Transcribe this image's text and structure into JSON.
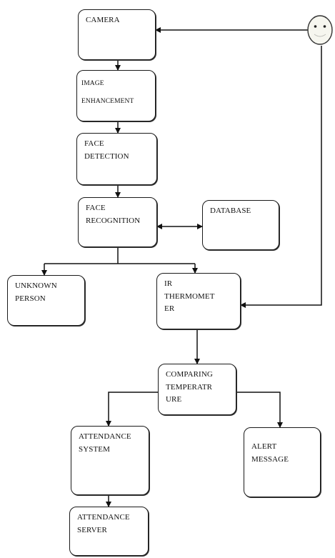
{
  "diagram": {
    "nodes": [
      {
        "id": "camera",
        "label": "CAMERA"
      },
      {
        "id": "image_enhancement",
        "label": "IMAGE\nENHANCEMENT"
      },
      {
        "id": "face_detection",
        "label": "FACE\nDETECTION"
      },
      {
        "id": "face_recognition",
        "label": "FACE\nRECOGNITION"
      },
      {
        "id": "database",
        "label": "DATABASE"
      },
      {
        "id": "unknown_person",
        "label": "UNKNOWN\nPERSON"
      },
      {
        "id": "ir_thermometer",
        "label": "IR\nTHERMOMET\nER"
      },
      {
        "id": "comparing_temperature",
        "label": "COMPARING\nTEMPERATR\nURE"
      },
      {
        "id": "attendance_system",
        "label": "ATTENDANCE\nSYSTEM"
      },
      {
        "id": "alert_message",
        "label": "ALERT\nMESSAGE"
      },
      {
        "id": "attendance_server",
        "label": "ATTENDANCE\nSERVER"
      }
    ],
    "edges": [
      {
        "from": "user",
        "to": "camera"
      },
      {
        "from": "camera",
        "to": "image_enhancement"
      },
      {
        "from": "image_enhancement",
        "to": "face_detection"
      },
      {
        "from": "face_detection",
        "to": "face_recognition"
      },
      {
        "from": "face_recognition",
        "to": "database",
        "bidirectional": true
      },
      {
        "from": "face_recognition",
        "to": "unknown_person"
      },
      {
        "from": "face_recognition",
        "to": "ir_thermometer"
      },
      {
        "from": "user",
        "to": "ir_thermometer"
      },
      {
        "from": "ir_thermometer",
        "to": "comparing_temperature"
      },
      {
        "from": "comparing_temperature",
        "to": "attendance_system"
      },
      {
        "from": "comparing_temperature",
        "to": "alert_message"
      },
      {
        "from": "attendance_system",
        "to": "attendance_server"
      }
    ],
    "user_icon": "smiley-face-icon"
  }
}
